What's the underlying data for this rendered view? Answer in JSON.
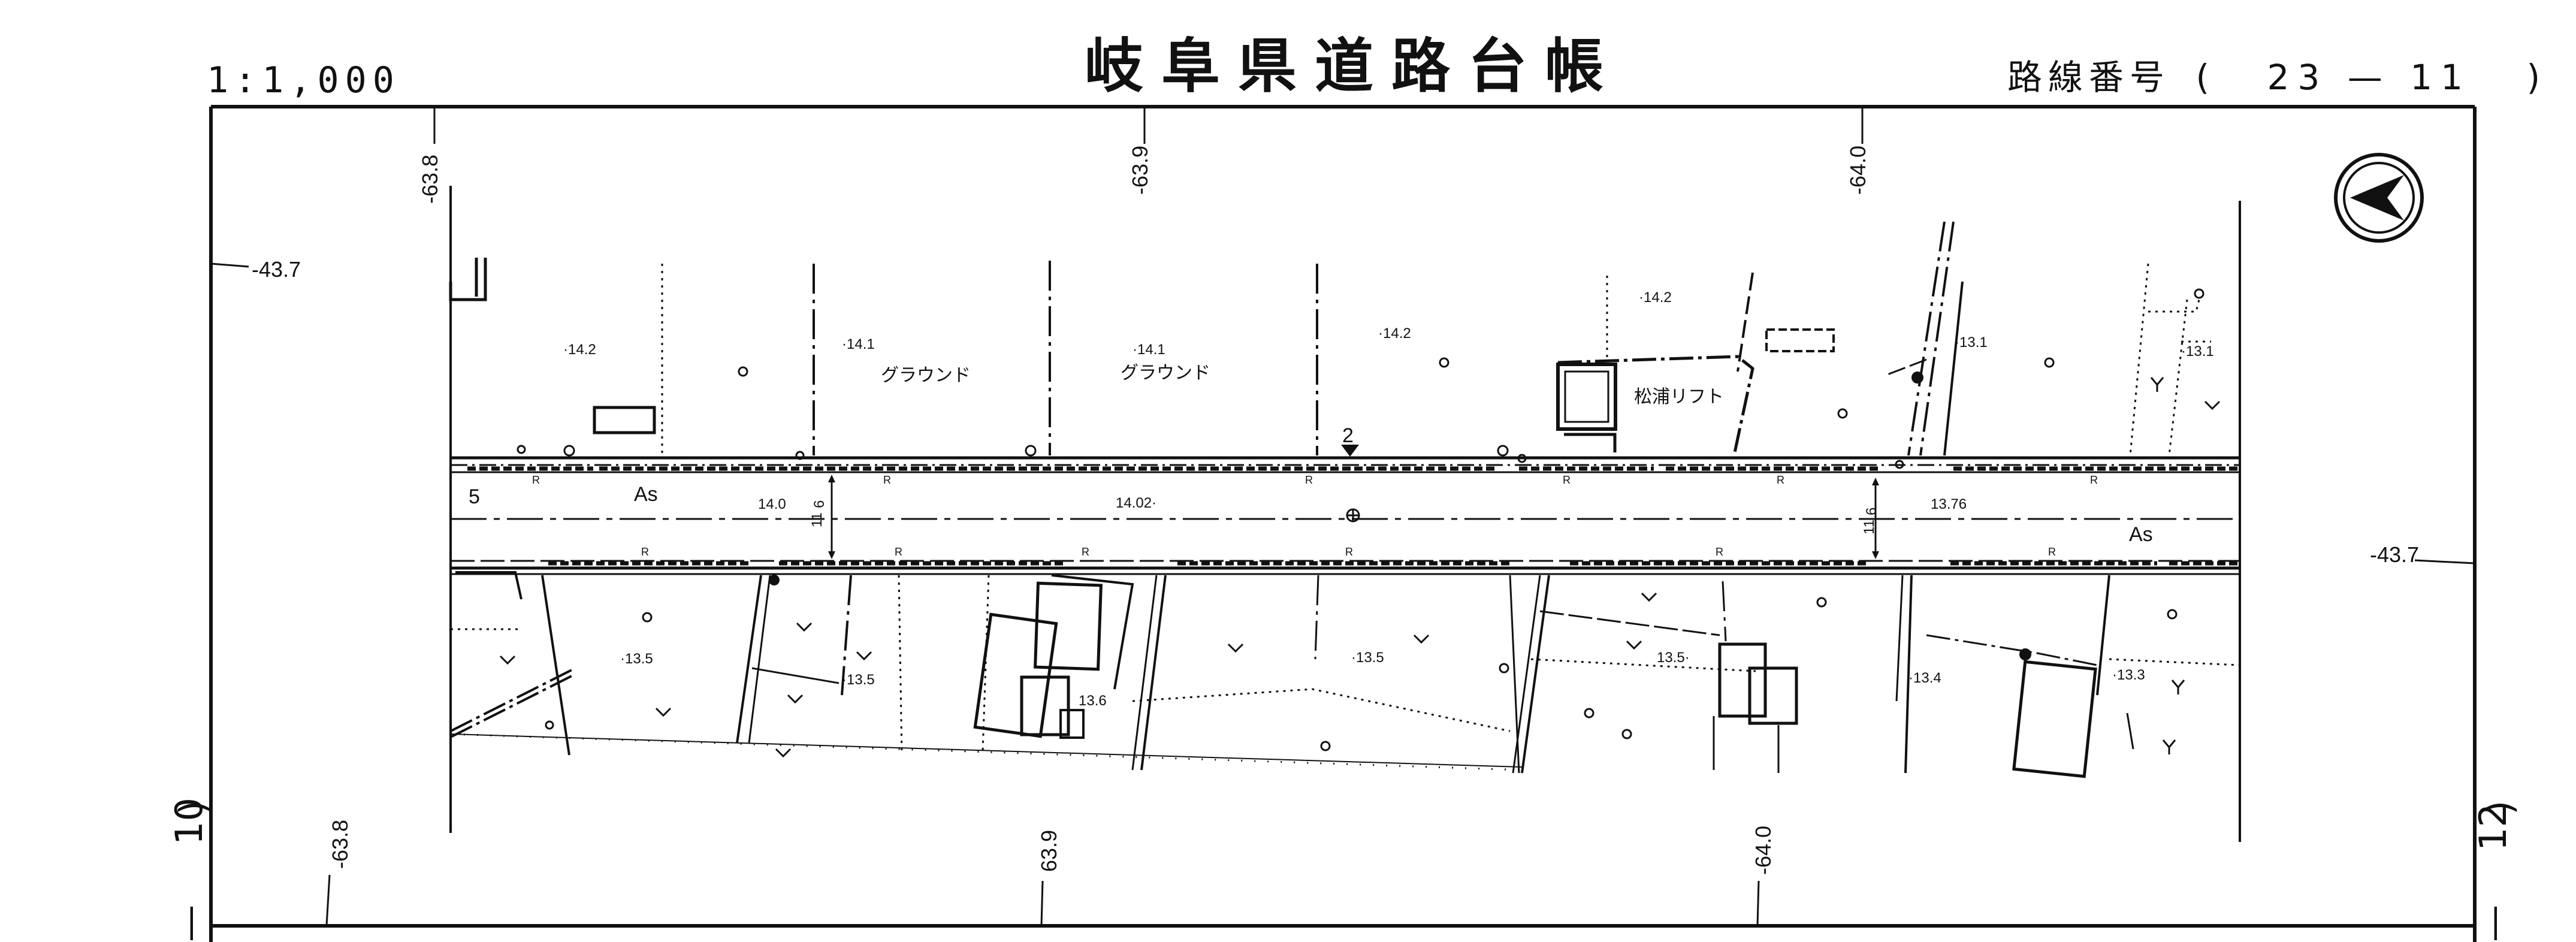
{
  "header": {
    "scale": "1:1,000",
    "title": "岐阜県道路台帳",
    "route_label": "路線番号",
    "route_open": "(",
    "route_number": "23 — 11",
    "route_close": ")"
  },
  "sheets": {
    "left_top": "10",
    "left_bottom": "—",
    "left_paren": ")",
    "right_top": "12",
    "right_bottom": "—",
    "right_paren": ")"
  },
  "grid_labels": {
    "top": [
      "-63.8",
      "-63.9",
      "-64.0"
    ],
    "bottom": [
      "-63.8",
      "63.9",
      "-64.0"
    ],
    "left": "-43.7",
    "right": "-43.7"
  },
  "map_labels": {
    "ground_1": "グラウンド",
    "ground_2": "グラウンド",
    "business": "松浦リフト",
    "road_start": "5",
    "marker": "2",
    "surface_1": "As",
    "surface_2": "As",
    "width_1": "11",
    "width_2": "6",
    "width_3": "11",
    "width_4": "6",
    "r_marks": [
      "R",
      "R",
      "R",
      "R",
      "R",
      "R",
      "R",
      "R",
      "R",
      "R",
      "R",
      "R"
    ]
  },
  "elevations": {
    "e1": "14.2",
    "e2": "14.1",
    "e3": "14.1",
    "e4": "14.2",
    "e5": "14.2",
    "e6": "13.1",
    "e7": "13.1",
    "e8": "14.0",
    "e9": "14.02",
    "e10": "13.76",
    "e11": "13.5",
    "e12": "13.5",
    "e13": "13.6",
    "e14": "13.5",
    "e15": "13.5",
    "e16": "13.4",
    "e17": "13.3"
  },
  "north_arrow": "north-arrow-icon"
}
